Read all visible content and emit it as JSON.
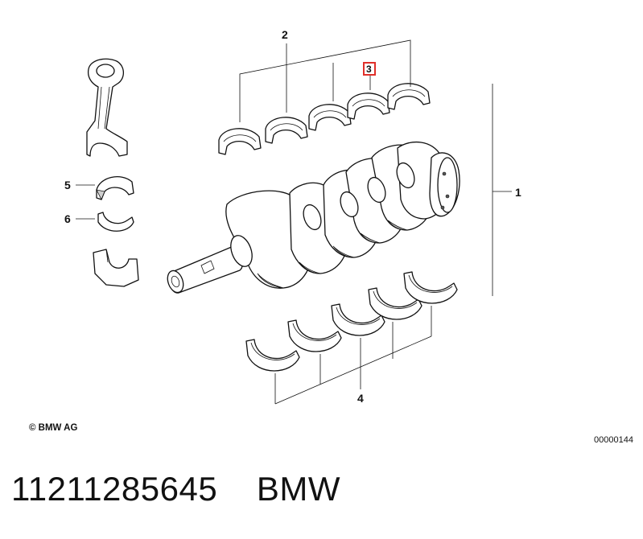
{
  "callouts": {
    "c1": "1",
    "c2": "2",
    "c3": "3",
    "c4": "4",
    "c5": "5",
    "c6": "6"
  },
  "highlight_color": "#e0302a",
  "copyright": "© BMW AG",
  "diagram_code": "00000144",
  "footer": {
    "part_number": "11211285645",
    "brand": "BMW"
  }
}
